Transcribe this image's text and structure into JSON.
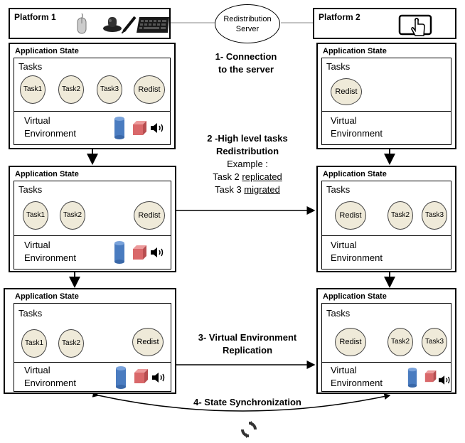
{
  "platform1": {
    "label": "Platform 1"
  },
  "platform2": {
    "label": "Platform 2"
  },
  "server": {
    "line1": "Redistribution",
    "line2": "Server"
  },
  "app_state_title": "Application State",
  "tasks_label": "Tasks",
  "ve_line1": "Virtual",
  "ve_line2": "Environment",
  "ovals": {
    "task1": [
      "Task",
      "1"
    ],
    "task2": [
      "Task",
      "2"
    ],
    "task3": [
      "Task",
      "3"
    ],
    "redist": "Redist"
  },
  "steps": {
    "s1_line1": "1- Connection",
    "s1_line2": "to the server",
    "s2_line1": "2 -High level tasks",
    "s2_line2": "Redistribution",
    "s2_example": "Example :",
    "s2_r1_prefix": "Task 2 ",
    "s2_r1_word": "replicated",
    "s2_r2_prefix": "Task 3 ",
    "s2_r2_word": "migrated",
    "s3_line1": "3- Virtual Environment",
    "s3_line2": "Replication",
    "s4": "4- State Synchronization"
  },
  "icons": {
    "platform1": [
      "mouse-icon",
      "3d-mouse-icon",
      "stylus-icon",
      "keyboard-icon"
    ],
    "platform2": [
      "tablet-touch-icon"
    ],
    "ve": [
      "cylinder-icon",
      "cube-icon",
      "speaker-icon"
    ],
    "sync": "sync-icon"
  },
  "colors": {
    "oval_fill": "#efead9",
    "cylinder": "#4a7cc0",
    "cube": "#d9686a"
  }
}
